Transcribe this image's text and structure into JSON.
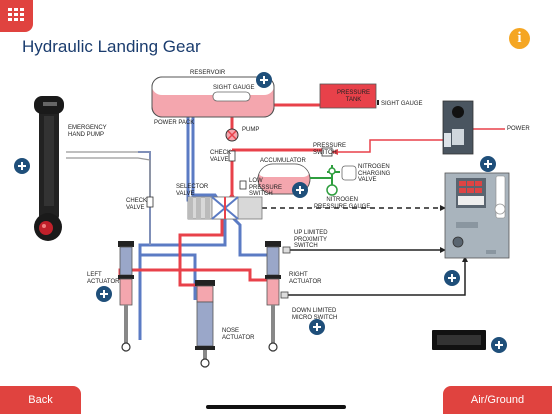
{
  "page": {
    "title": "Hydraulic Landing Gear"
  },
  "nav": {
    "back_label": "Back",
    "mode_label": "Air/Ground",
    "info_glyph": "i",
    "menu_icon": "grid-menu-icon"
  },
  "labels": {
    "reservoir": "RESERVOIR",
    "sight_gauge": "SIGHT GAUGE",
    "power_pack": "POWER PACK",
    "pressure_tank": "PRESSURE\nTANK",
    "sight_gauge_right": "SIGHT GAUGE",
    "emergency_pump": "EMERGENCY\nHAND PUMP",
    "pump": "PUMP",
    "check_valve_top": "CHECK\nVALVE",
    "pressure_switch": "PRESSURE\nSWITCH",
    "accumulator": "ACCUMULATOR",
    "low_pressure_switch": "LOW\nPRESSURE\nSWITCH",
    "nitrogen_valve": "NITROGEN\nCHARGING\nVALVE",
    "nitrogen_gauge": "NITROGEN\nPRESSURE GAUGE",
    "selector_valve": "SELECTOR\nVALVE",
    "check_valve_left": "CHECK\nVALVE",
    "power": "POWER",
    "up_limited_switch": "UP LIMITED\nPROXIMITY\nSWITCH",
    "left_actuator": "LEFT\nACTUATOR",
    "right_actuator": "RIGHT\nACTUATOR",
    "down_limited_switch": "DOWN LIMITED\nMICRO SWITCH",
    "nose_actuator": "NOSE\nACTUATOR"
  },
  "colors": {
    "pressure_line": "#e8414a",
    "return_line": "#5b7bc4",
    "pink_fill": "#f4a6ae",
    "accent": "#e0433f",
    "dark_blue": "#1f4f7a",
    "gauge_green": "#2e9e3e",
    "info": "#f5a623"
  }
}
